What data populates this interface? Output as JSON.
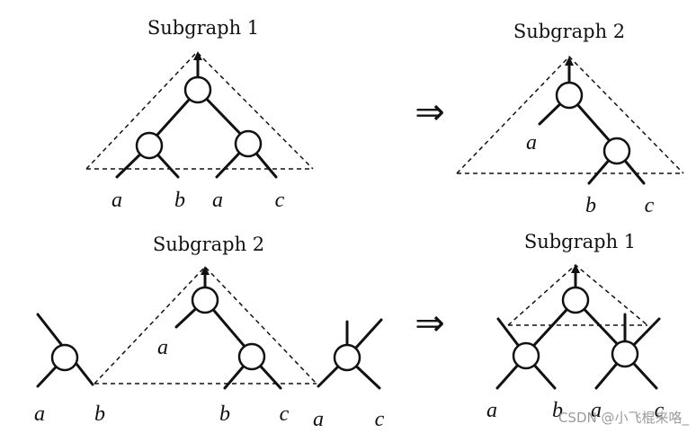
{
  "titles": {
    "top_left": "Subgraph 1",
    "top_right": "Subgraph 2",
    "bottom_left": "Subgraph 2",
    "bottom_right": "Subgraph 1"
  },
  "arrow_symbol": "⇒",
  "leaves": {
    "top_left": [
      "a",
      "b",
      "a",
      "c"
    ],
    "top_right": [
      "a",
      "b",
      "c"
    ],
    "bottom_left": [
      "a",
      "b",
      "a",
      "b",
      "c",
      "a",
      "c"
    ],
    "bottom_right": [
      "a",
      "b",
      "a",
      "c"
    ]
  },
  "watermark": "CSDN @小飞棍来咯_"
}
